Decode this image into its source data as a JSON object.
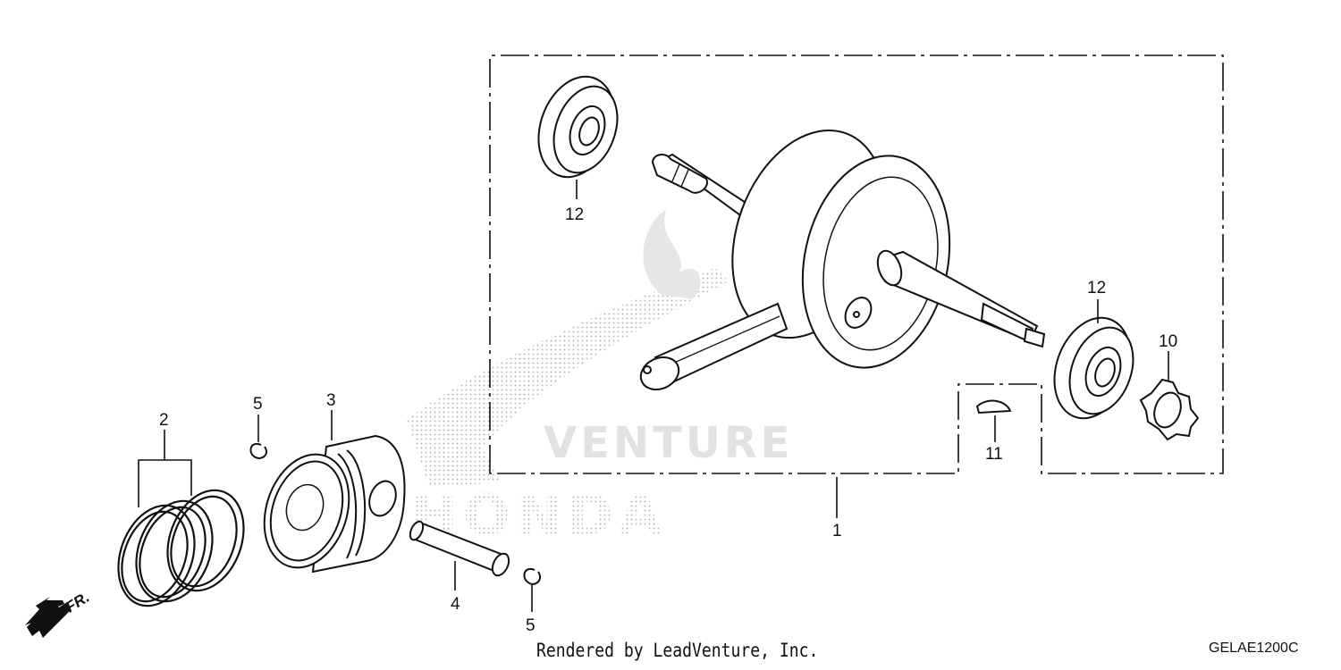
{
  "watermark": {
    "brand_text": "HONDA",
    "dealer_text": "VENTURE"
  },
  "direction_indicator": {
    "label": "FR."
  },
  "callouts": {
    "crankshaft_assembly": "1",
    "piston_rings": "2",
    "piston": "3",
    "piston_pin": "4",
    "pin_clip_top": "5",
    "pin_clip_bottom": "5",
    "cam_chain_sprocket": "10",
    "woodruff_key": "11",
    "bearing_left": "12",
    "bearing_right": "12"
  },
  "footer": {
    "credit": "Rendered by LeadVenture, Inc.",
    "diagram_code": "GELAE1200C"
  },
  "colors": {
    "line": "#111111",
    "watermark": "#c8c8c8"
  }
}
